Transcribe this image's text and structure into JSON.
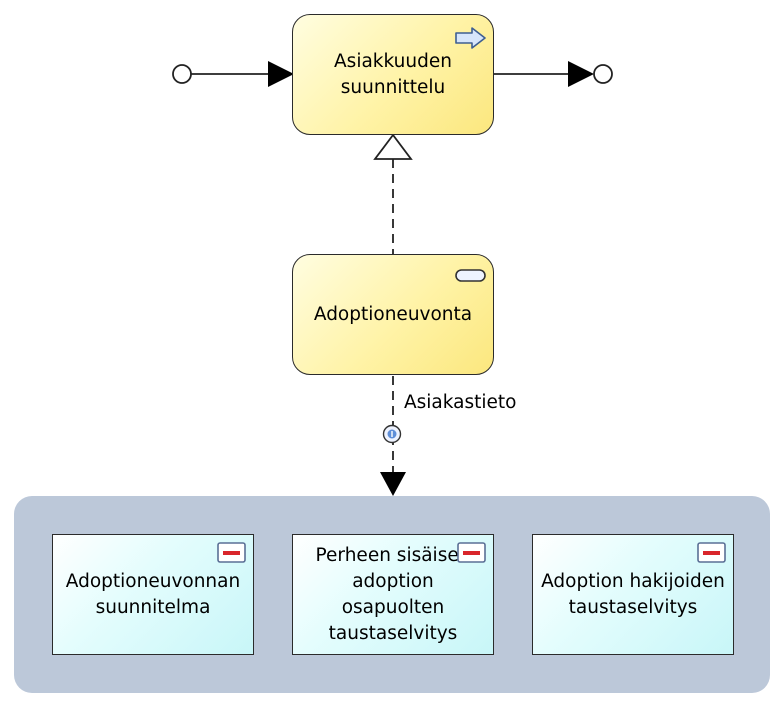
{
  "nodes": {
    "process_top": {
      "label": "Asiakkuuden\nsuunnittelu",
      "icon": "process-arrow-icon"
    },
    "service": {
      "label": "Adoptioneuvonta",
      "icon": "service-icon"
    }
  },
  "edges": {
    "info_flow_label": "Asiakastieto"
  },
  "group": {
    "objects": [
      {
        "label": "Adoptioneuvonnan\nsuunnitelma",
        "icon": "data-object-icon"
      },
      {
        "label": "Perheen sisäisen\nadoption\nosapuolten\ntaustaselvitys",
        "icon": "data-object-icon"
      },
      {
        "label": "Adoption hakijoiden\ntaustaselvitys",
        "icon": "data-object-icon"
      }
    ]
  },
  "colors": {
    "process_fill": "#fff3a6",
    "data_fill": "#c8f6f8",
    "group_fill": "#bcc8d9",
    "icon_red": "#d9262b",
    "arrow_icon_fill": "#d7e6fb"
  }
}
